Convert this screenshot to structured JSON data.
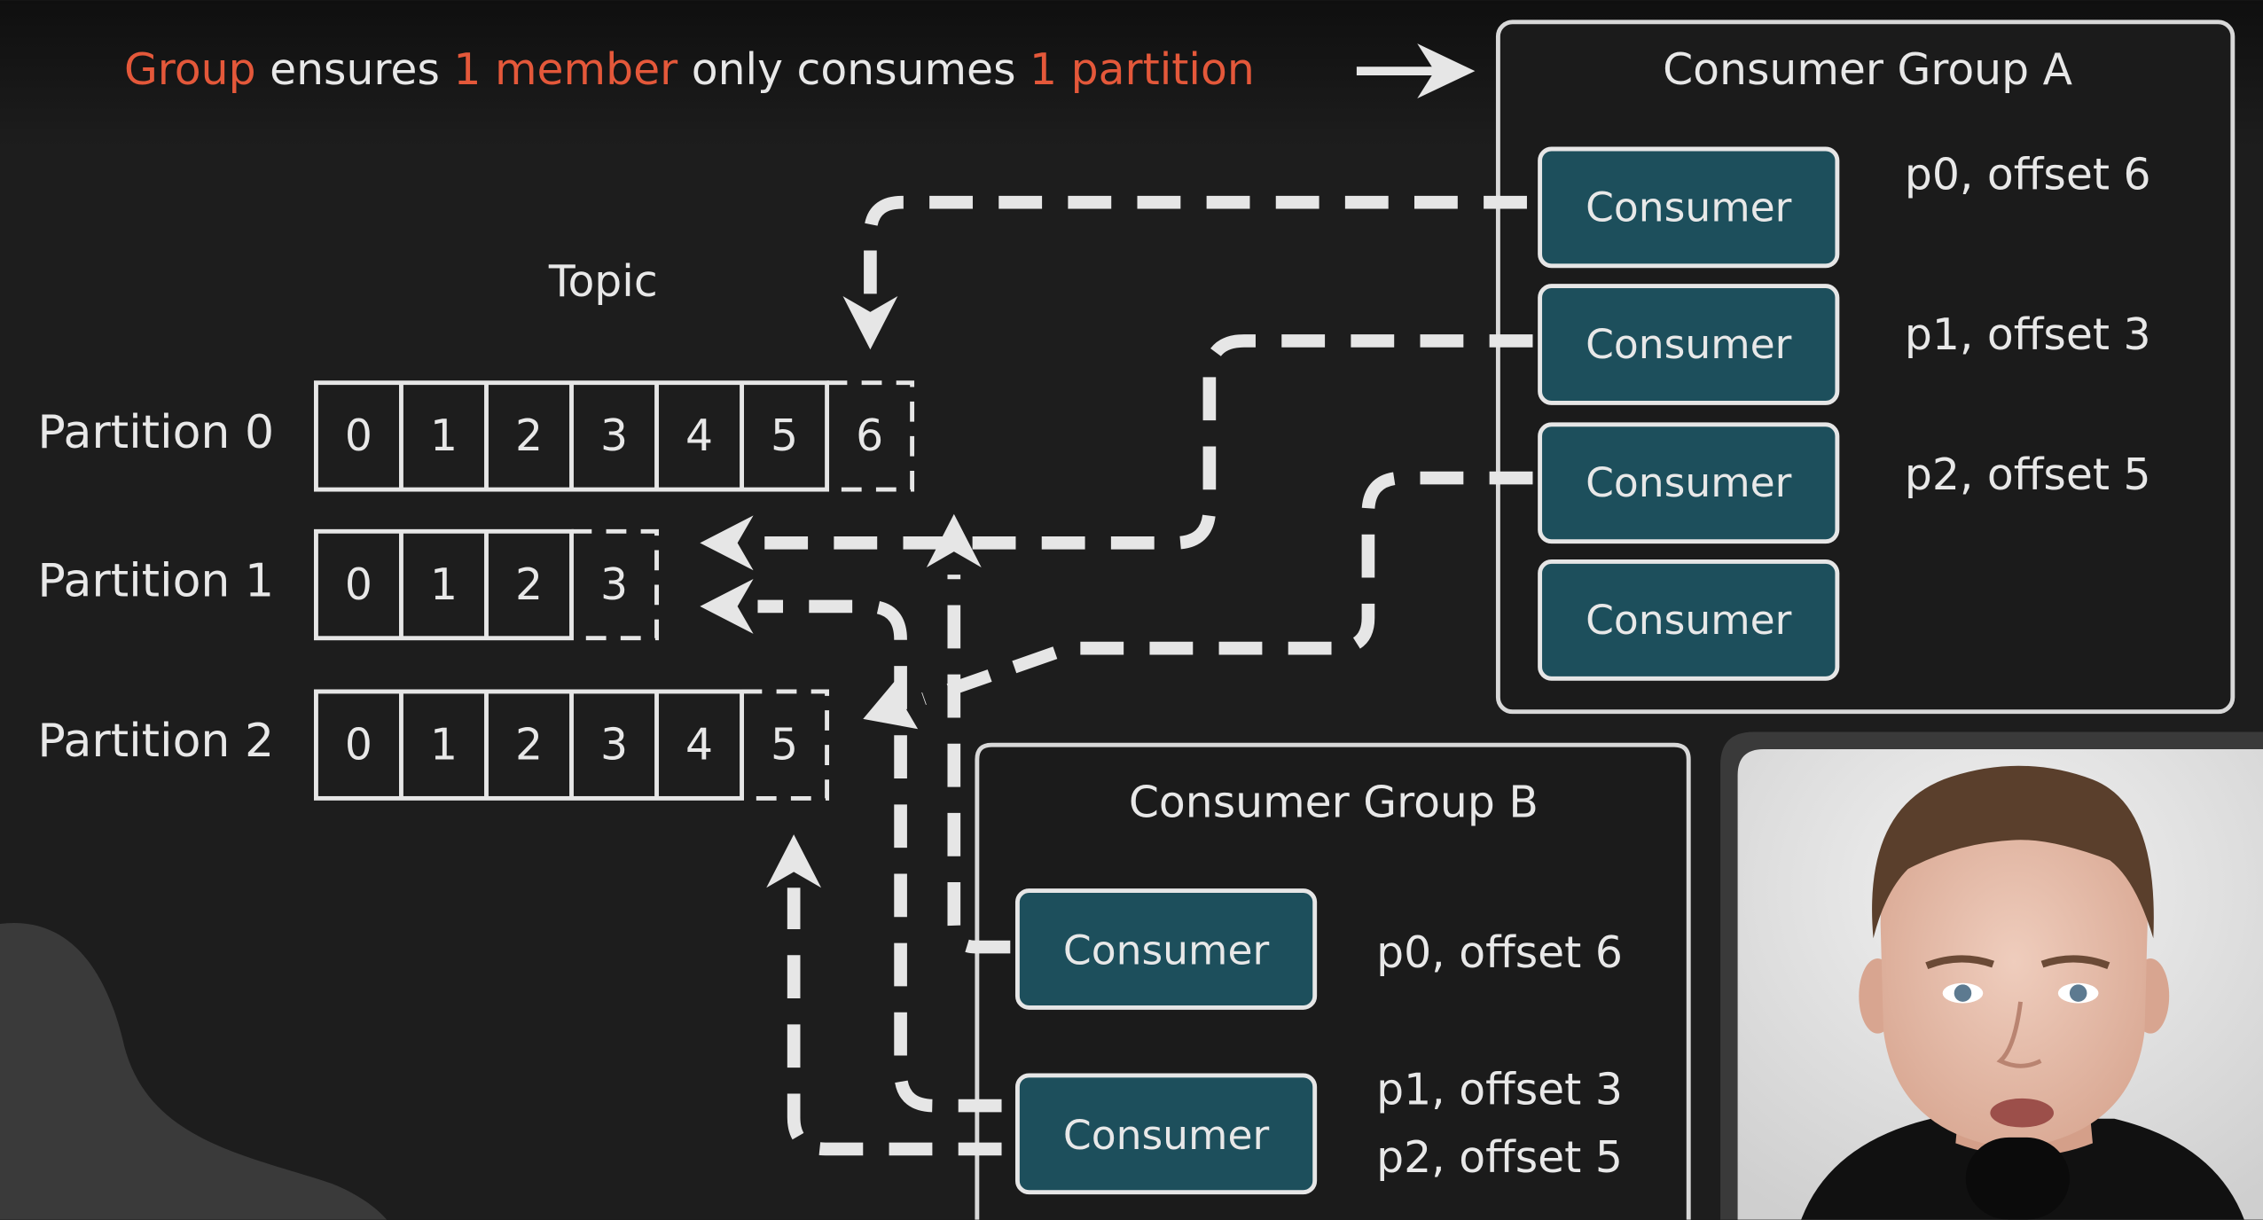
{
  "headline": {
    "parts": [
      {
        "text": "Group",
        "highlight": true
      },
      {
        "text": " ensures ",
        "highlight": false
      },
      {
        "text": "1 member",
        "highlight": true
      },
      {
        "text": " only consumes ",
        "highlight": false
      },
      {
        "text": "1 partition",
        "highlight": true
      }
    ]
  },
  "colors": {
    "background": "#1c1c1c",
    "highlight": "#e4583a",
    "consumer_fill": "#1d4f5c",
    "line": "#e6e6e6"
  },
  "topic": {
    "title": "Topic",
    "partitions": [
      {
        "label": "Partition 0",
        "cells": [
          "0",
          "1",
          "2",
          "3",
          "4",
          "5"
        ],
        "next": "6"
      },
      {
        "label": "Partition 1",
        "cells": [
          "0",
          "1",
          "2"
        ],
        "next": "3"
      },
      {
        "label": "Partition 2",
        "cells": [
          "0",
          "1",
          "2",
          "3",
          "4"
        ],
        "next": "5"
      }
    ]
  },
  "group_a": {
    "title": "Consumer Group A",
    "consumers": [
      {
        "label": "Consumer",
        "assignment": "p0, offset 6"
      },
      {
        "label": "Consumer",
        "assignment": "p1, offset 3"
      },
      {
        "label": "Consumer",
        "assignment": "p2, offset 5"
      },
      {
        "label": "Consumer",
        "assignment": ""
      }
    ]
  },
  "group_b": {
    "title": "Consumer Group B",
    "consumers": [
      {
        "label": "Consumer",
        "assignment_lines": [
          "p0, offset 6"
        ]
      },
      {
        "label": "Consumer",
        "assignment_lines": [
          "p1, offset 3",
          "p2, offset 5"
        ]
      }
    ]
  },
  "presenter": {
    "label": "presenter-webcam"
  }
}
